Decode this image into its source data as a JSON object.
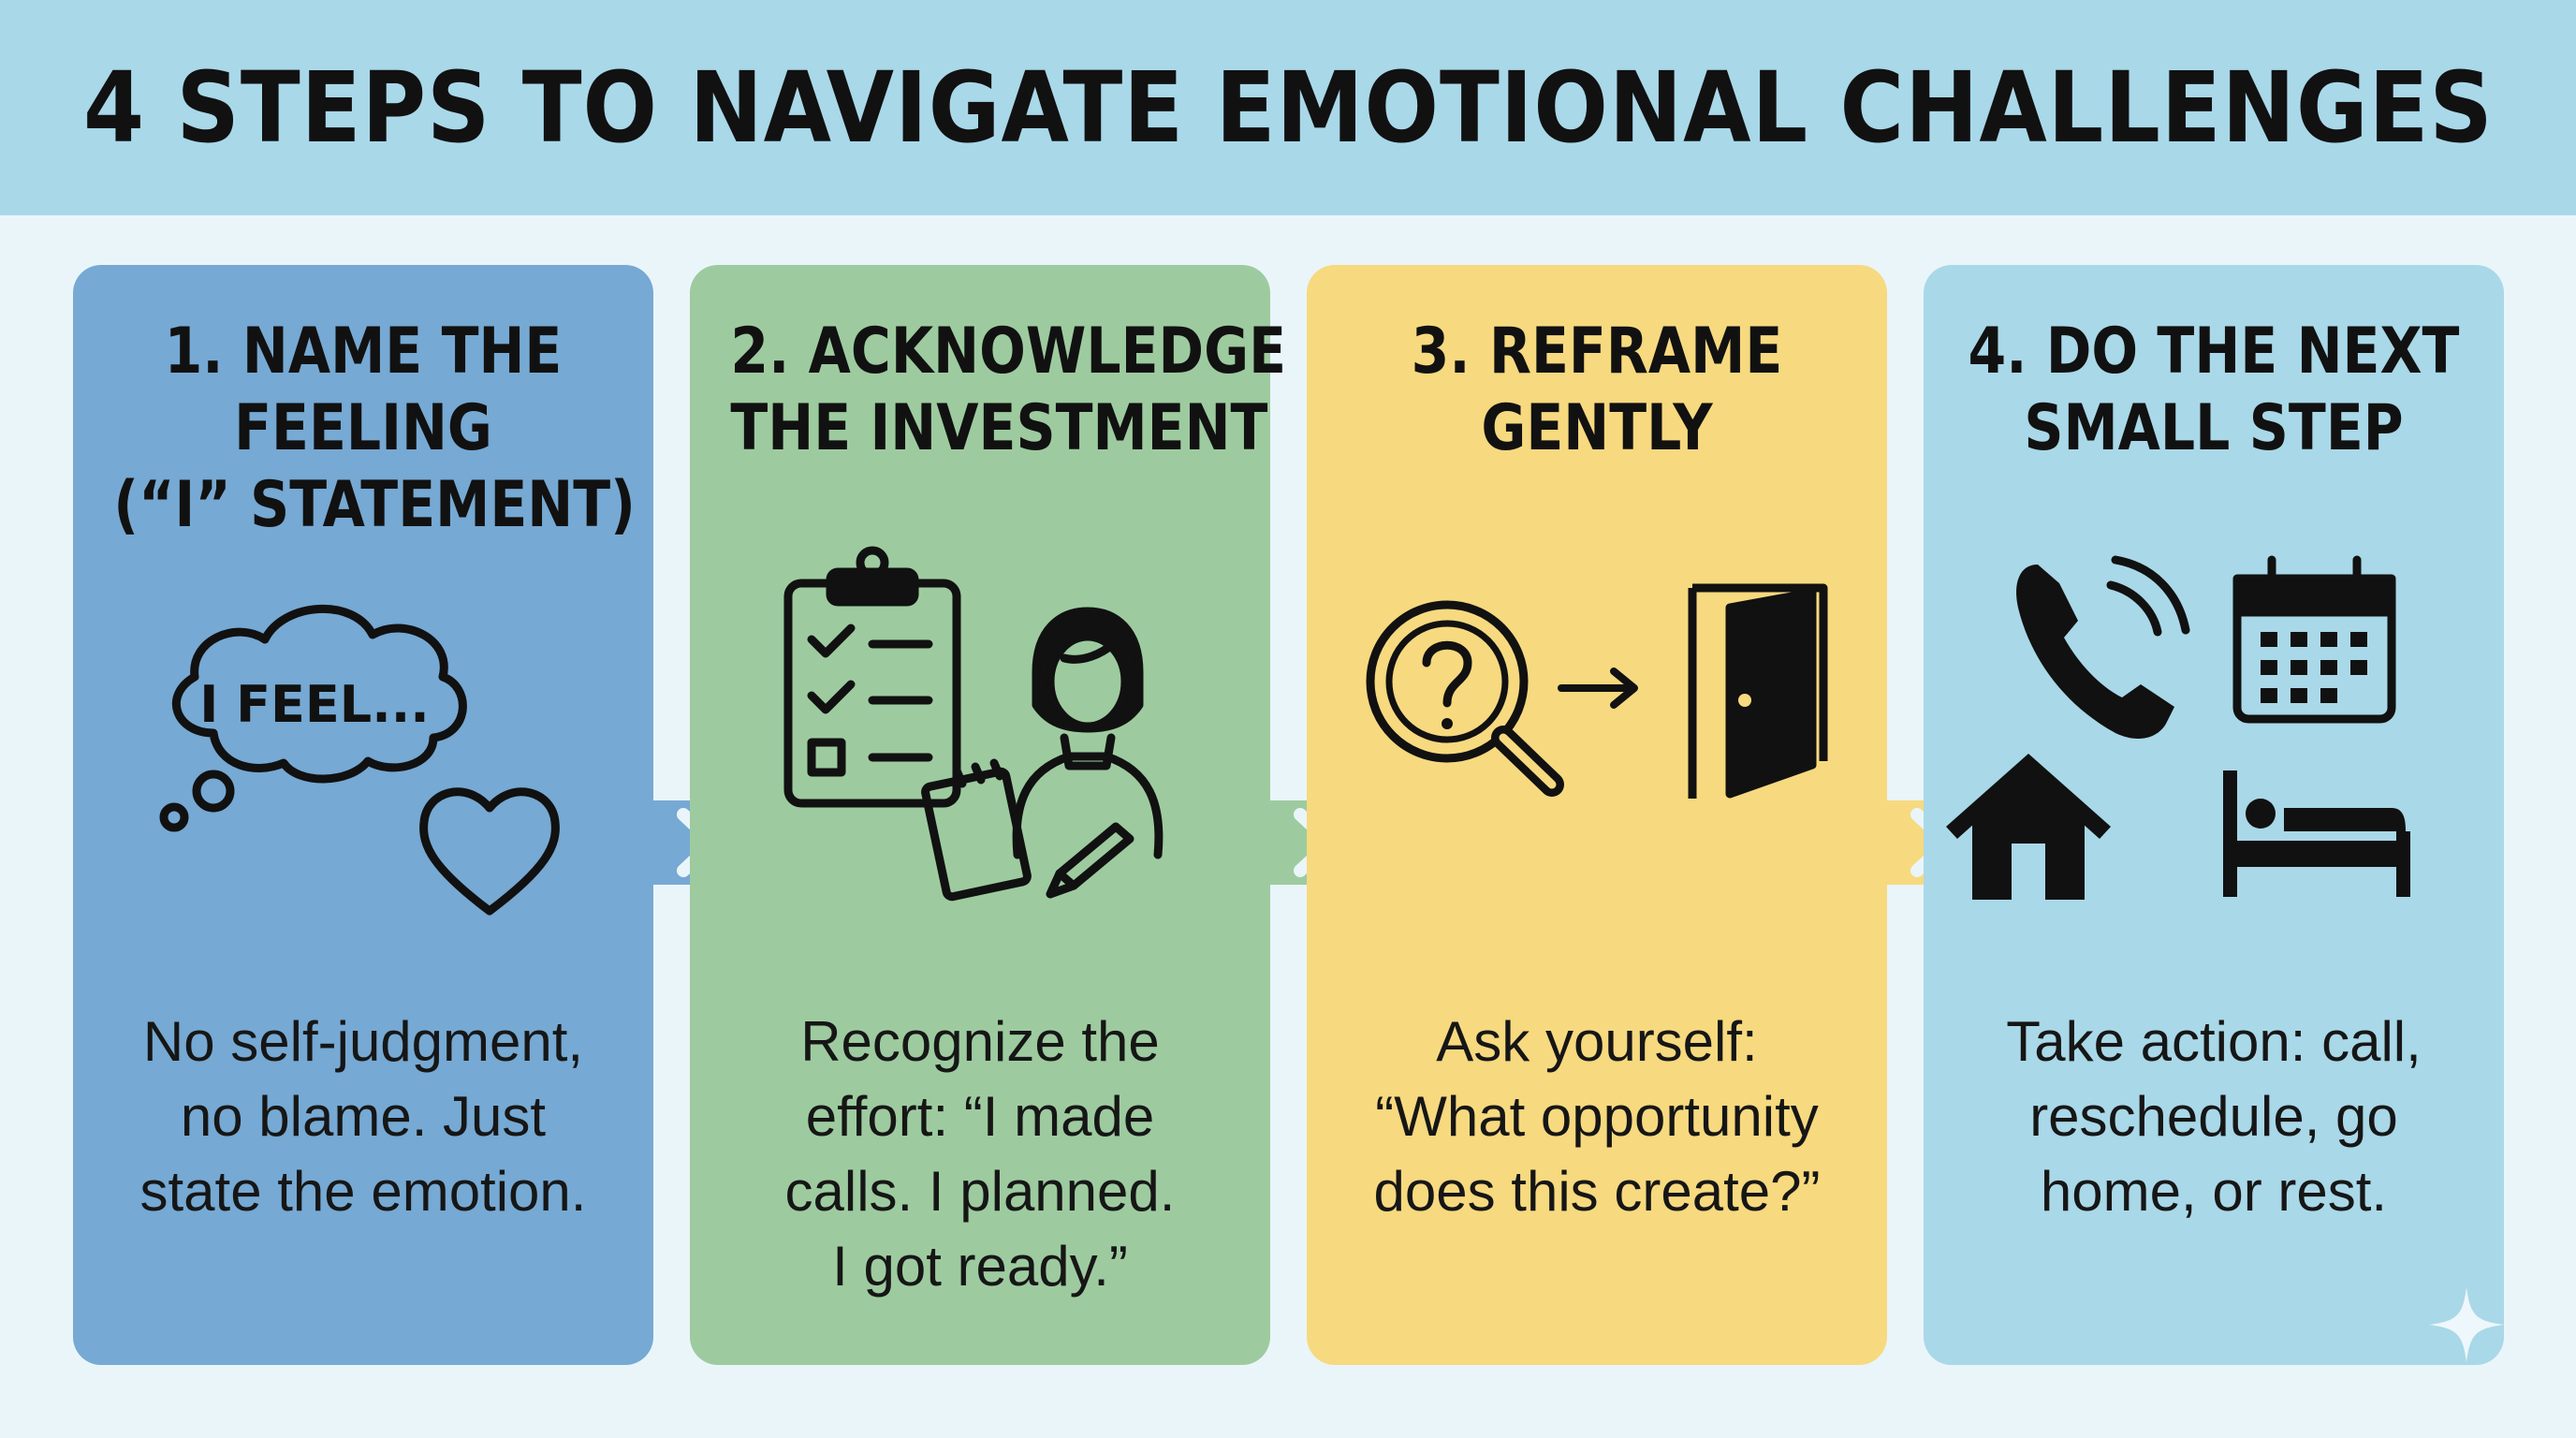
{
  "header": {
    "title": "4 STEPS TO NAVIGATE EMOTIONAL CHALLENGES"
  },
  "colors": {
    "header_bg": "#a9d8e9",
    "step1": "#76a9d3",
    "step2": "#9dcb9f",
    "step3": "#f7d97f",
    "step4": "#a9d8e8",
    "ink": "#111111"
  },
  "steps": [
    {
      "title_lines": [
        "1. NAME THE",
        "FEELING",
        "(“I” STATEMENT)"
      ],
      "icon_text": "I FEEL...",
      "icons": [
        "thought-cloud-icon",
        "heart-icon"
      ],
      "text_lines": [
        "No self-judgment,",
        "no blame. Just",
        "state the emotion."
      ]
    },
    {
      "title_lines": [
        "2. ACKNOWLEDGE",
        "THE INVESTMENT"
      ],
      "icons": [
        "clipboard-checklist-icon",
        "person-writing-icon"
      ],
      "text_lines": [
        "Recognize the",
        "effort: “I made",
        "calls. I planned.",
        "I got ready.”"
      ]
    },
    {
      "title_lines": [
        "3. REFRAME",
        "GENTLY"
      ],
      "icons": [
        "magnifier-question-icon",
        "arrow-right-icon",
        "open-door-icon"
      ],
      "text_lines": [
        "Ask yourself:",
        "“What opportunity",
        "does this create?”"
      ]
    },
    {
      "title_lines": [
        "4. DO THE NEXT",
        "SMALL STEP"
      ],
      "icons": [
        "phone-icon",
        "calendar-icon",
        "house-icon",
        "bed-icon"
      ],
      "text_lines": [
        "Take action: call,",
        "reschedule, go",
        "home, or rest."
      ]
    }
  ]
}
